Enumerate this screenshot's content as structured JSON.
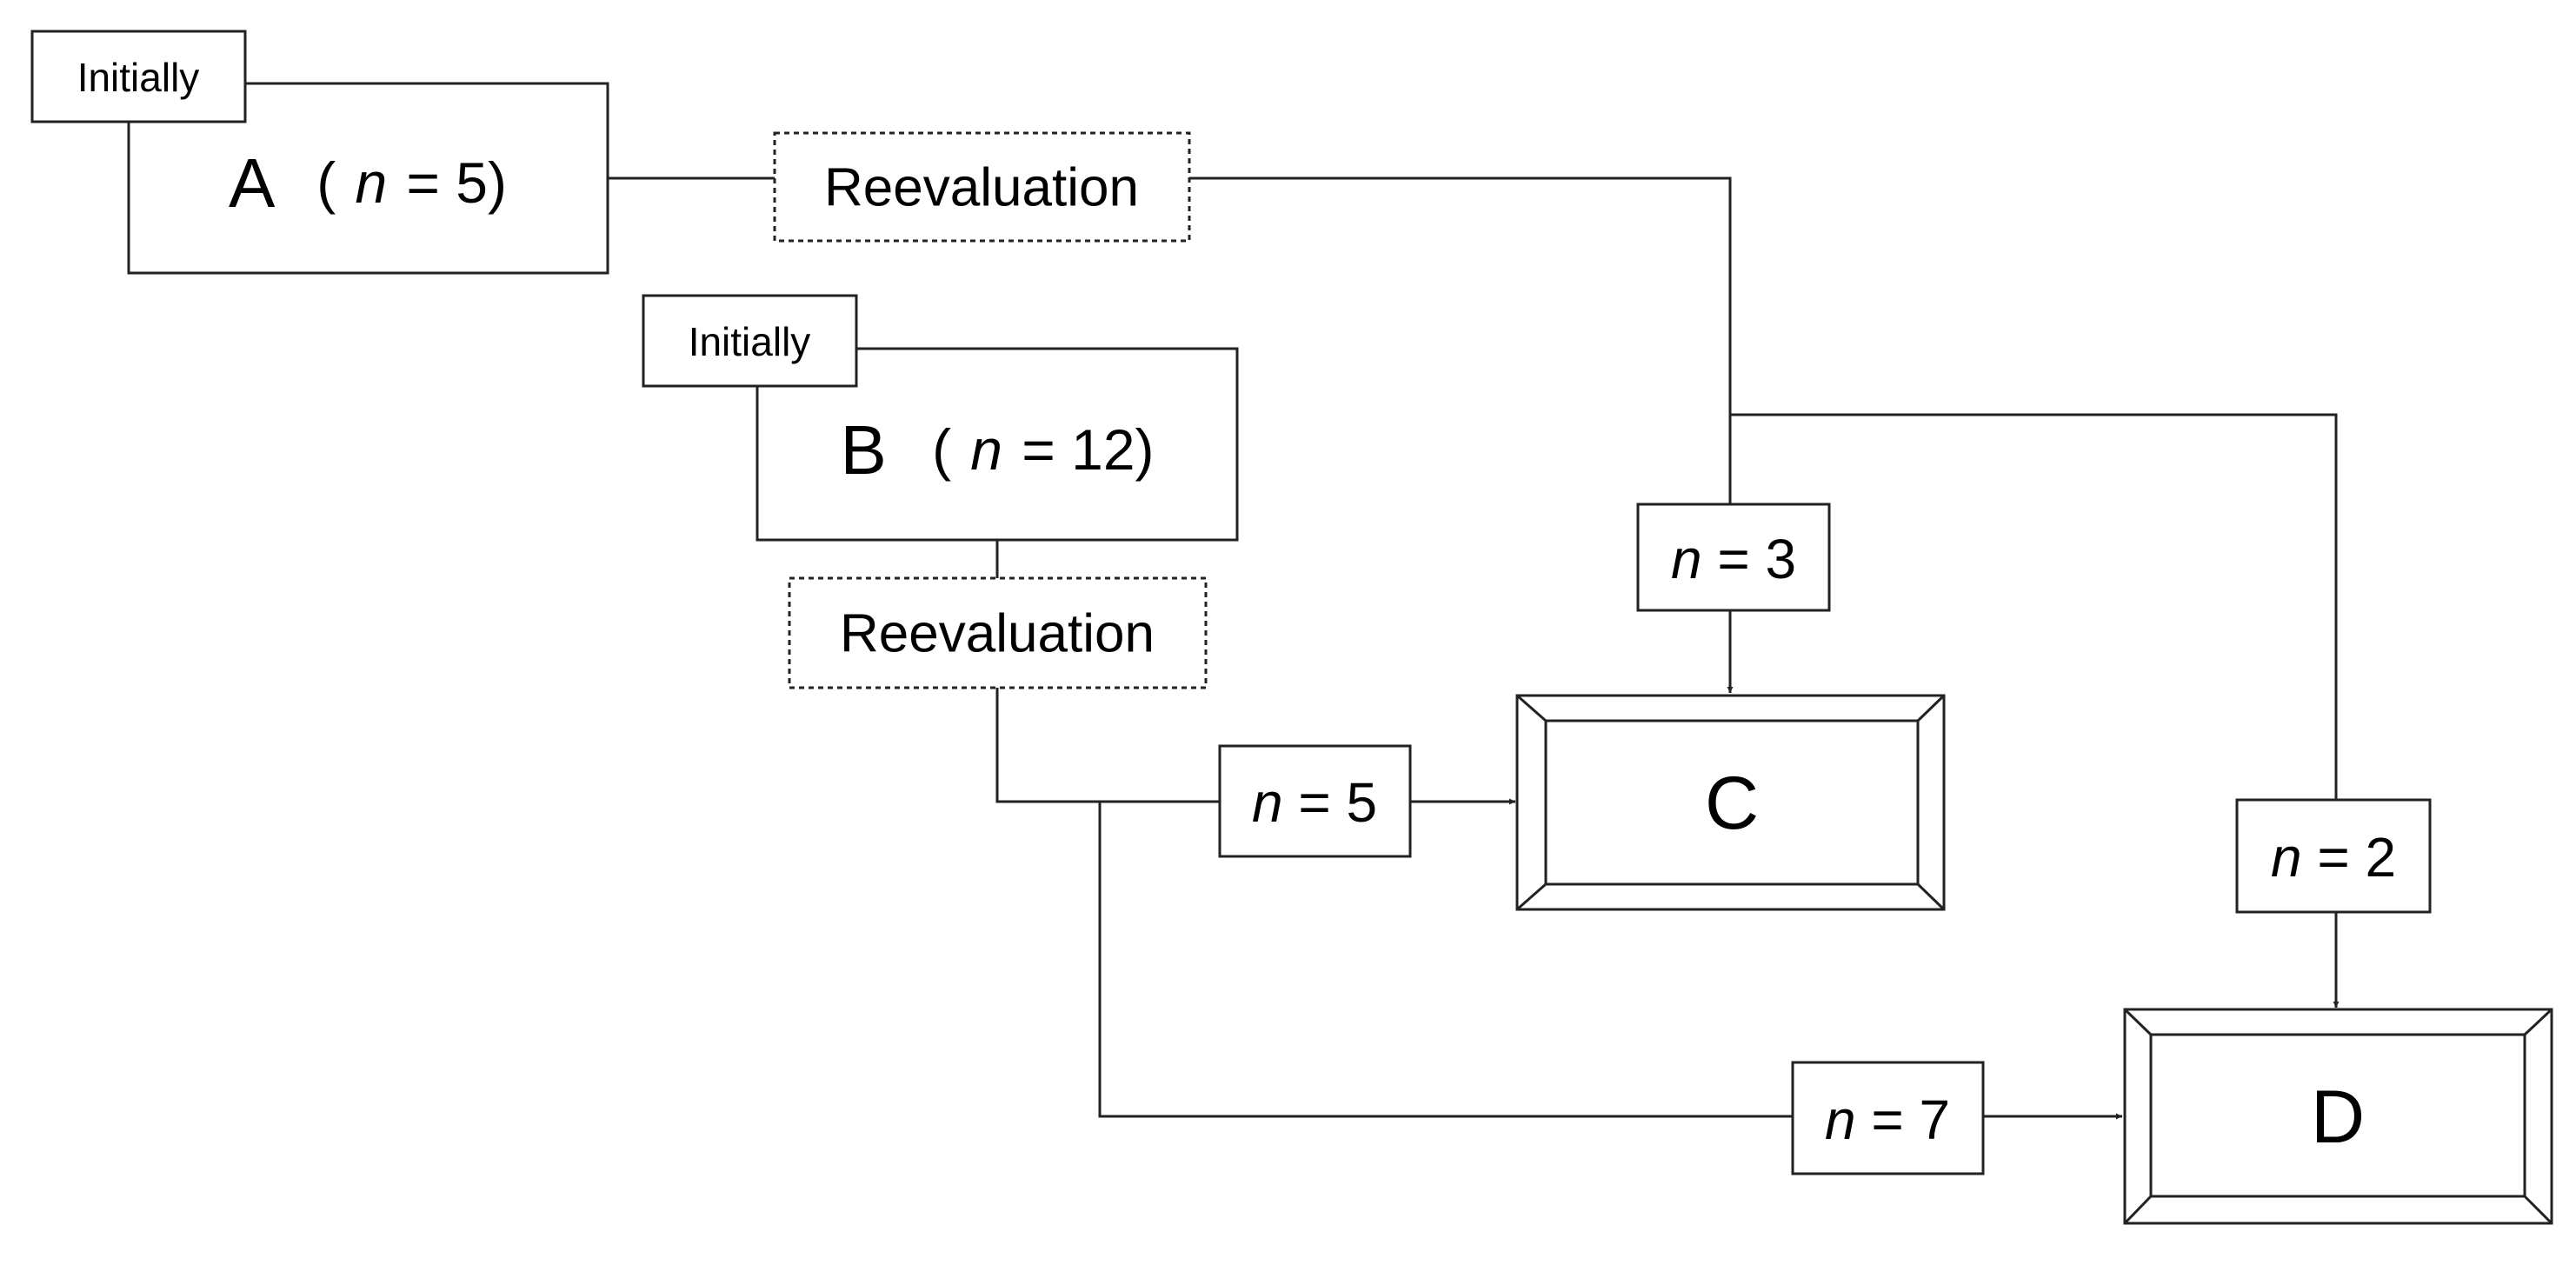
{
  "nodes": {
    "a": {
      "tag": "Initially",
      "letter": "A",
      "open_paren": "(",
      "n_var": "n",
      "count_text": " = 5)"
    },
    "b": {
      "tag": "Initially",
      "letter": "B",
      "open_paren": "(",
      "n_var": "n",
      "count_text": " = 12)"
    },
    "c": {
      "letter": "C"
    },
    "d": {
      "letter": "D"
    }
  },
  "reevaluation": {
    "a": "Reevaluation",
    "b": "Reevaluation"
  },
  "edges": {
    "a_to_c": {
      "n_var": "n",
      "value_text": " = 3"
    },
    "a_to_d": {
      "n_var": "n",
      "value_text": " = 2"
    },
    "b_to_c": {
      "n_var": "n",
      "value_text": " = 5"
    },
    "b_to_d": {
      "n_var": "n",
      "value_text": " = 7"
    }
  }
}
